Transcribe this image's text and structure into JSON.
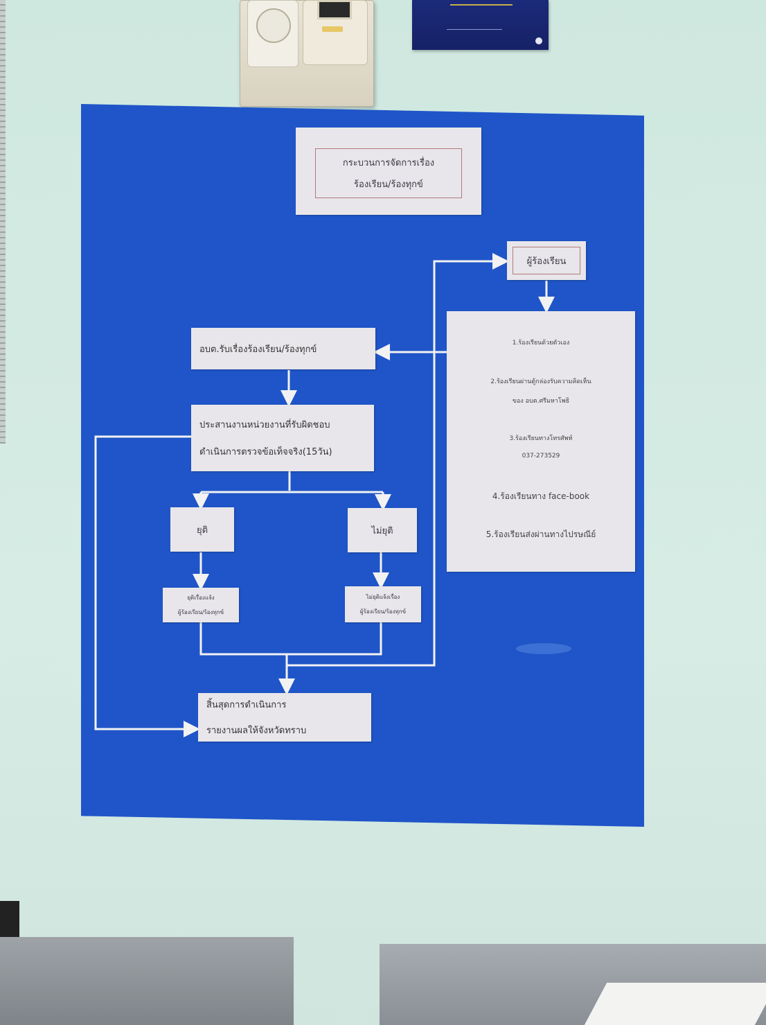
{
  "board": {
    "title_line1": "กระบวนการจัดการเรื่อง",
    "title_line2": "ร้องเรียน/ร้องทุกข์",
    "complainant": "ผู้ร้องเรียน",
    "channels": [
      "1.ร้องเรียนด้วยตัวเอง",
      "2.ร้องเรียนผ่านตู้กล่องรับความคิดเห็น",
      "ของ อบต.ศรีมหาโพธิ",
      "3.ร้องเรียนทางโทรศัพท์",
      "037-273529",
      "4.ร้องเรียนทาง face-book",
      "5.ร้องเรียนส่งผ่านทางไปรษณีย์"
    ],
    "receive": "อบต.รับเรื่องร้องเรียน/ร้องทุกข์",
    "coordinate_line1": "ประสานงานหน่วยงานที่รับผิดชอบ",
    "coordinate_line2": "ดำเนินการตรวจข้อเท็จจริง(15วัน)",
    "stop": "ยุติ",
    "not_stop": "ไม่ยุติ",
    "stop_note_line1": "ยุติเรื่องแจ้ง",
    "stop_note_line2": "ผู้ร้องเรียน/ร้องทุกข์",
    "not_stop_note_line1": "ไม่ยุติแจ้งเรื่อง",
    "not_stop_note_line2": "ผู้ร้องเรียน/ร้องทุกข์",
    "finish_line1": "สิ้นสุดการดำเนินการ",
    "finish_line2": "รายงานผลให้จังหวัดทราบ"
  },
  "colors": {
    "board": "#1f55c8",
    "card": "#e8e6ea",
    "wall": "#d3ebe3",
    "arrow": "#f2f2f2"
  }
}
